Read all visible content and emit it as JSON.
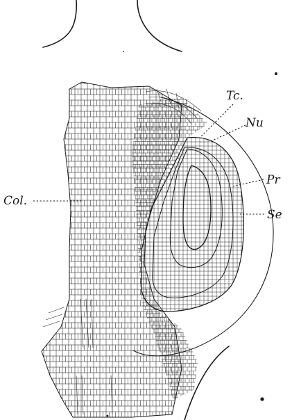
{
  "labels": {
    "tc": "Tc.",
    "nu": "Nu",
    "pr": "Pr",
    "se": "Se",
    "col": "Col."
  },
  "colors": {
    "ink": "#1a1a1a",
    "paper": "#ffffff"
  }
}
